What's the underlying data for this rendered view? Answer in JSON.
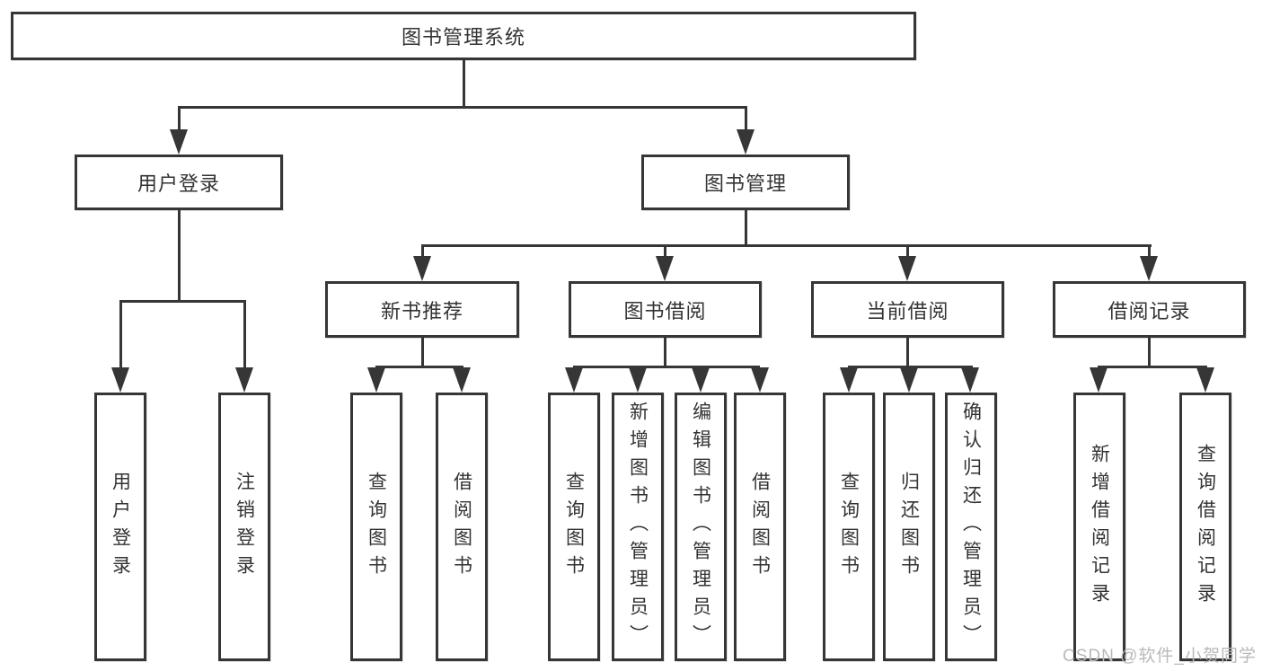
{
  "diagram": {
    "type": "hierarchy-tree",
    "line_color": "#363636",
    "text_color": "#333333",
    "background": "#ffffff",
    "root": {
      "label": "图书管理系统",
      "children": [
        {
          "label": "用户登录",
          "children": [
            {
              "label": "用户登录"
            },
            {
              "label": "注销登录"
            }
          ]
        },
        {
          "label": "图书管理",
          "children": [
            {
              "label": "新书推荐",
              "children": [
                {
                  "label": "查询图书"
                },
                {
                  "label": "借阅图书"
                }
              ]
            },
            {
              "label": "图书借阅",
              "children": [
                {
                  "label": "查询图书"
                },
                {
                  "label": "新增图书（管理员）"
                },
                {
                  "label": "编辑图书（管理员）"
                },
                {
                  "label": "借阅图书"
                }
              ]
            },
            {
              "label": "当前借阅",
              "children": [
                {
                  "label": "查询图书"
                },
                {
                  "label": "归还图书"
                },
                {
                  "label": "确认归还（管理员）"
                }
              ]
            },
            {
              "label": "借阅记录",
              "children": [
                {
                  "label": "新增借阅记录"
                },
                {
                  "label": "查询借阅记录"
                }
              ]
            }
          ]
        }
      ]
    }
  },
  "watermark": {
    "text": "CSDN @软件_小贺同学",
    "color": "#b9b9b9"
  }
}
